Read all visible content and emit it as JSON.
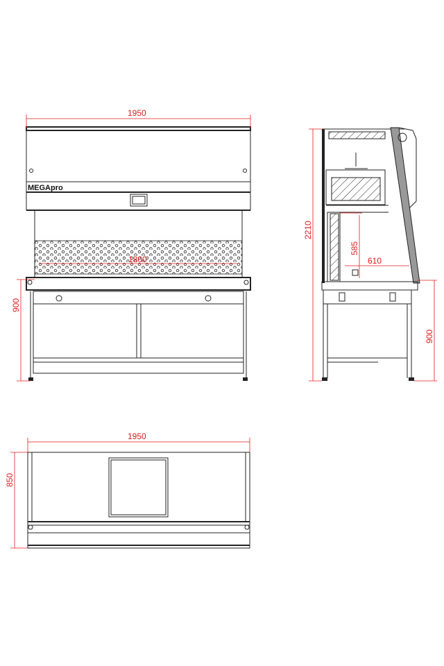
{
  "drawing": {
    "brand_logo": "MEGApro",
    "front_view": {
      "overall_width": "1950",
      "work_width": "1800",
      "work_height": "900"
    },
    "side_view": {
      "overall_height": "2210",
      "opening_height": "585",
      "work_depth": "610",
      "work_height": "900"
    },
    "top_view": {
      "overall_width": "1950",
      "depth": "850"
    },
    "colors": {
      "dimension": "#e31b1b",
      "line": "#222222"
    }
  }
}
